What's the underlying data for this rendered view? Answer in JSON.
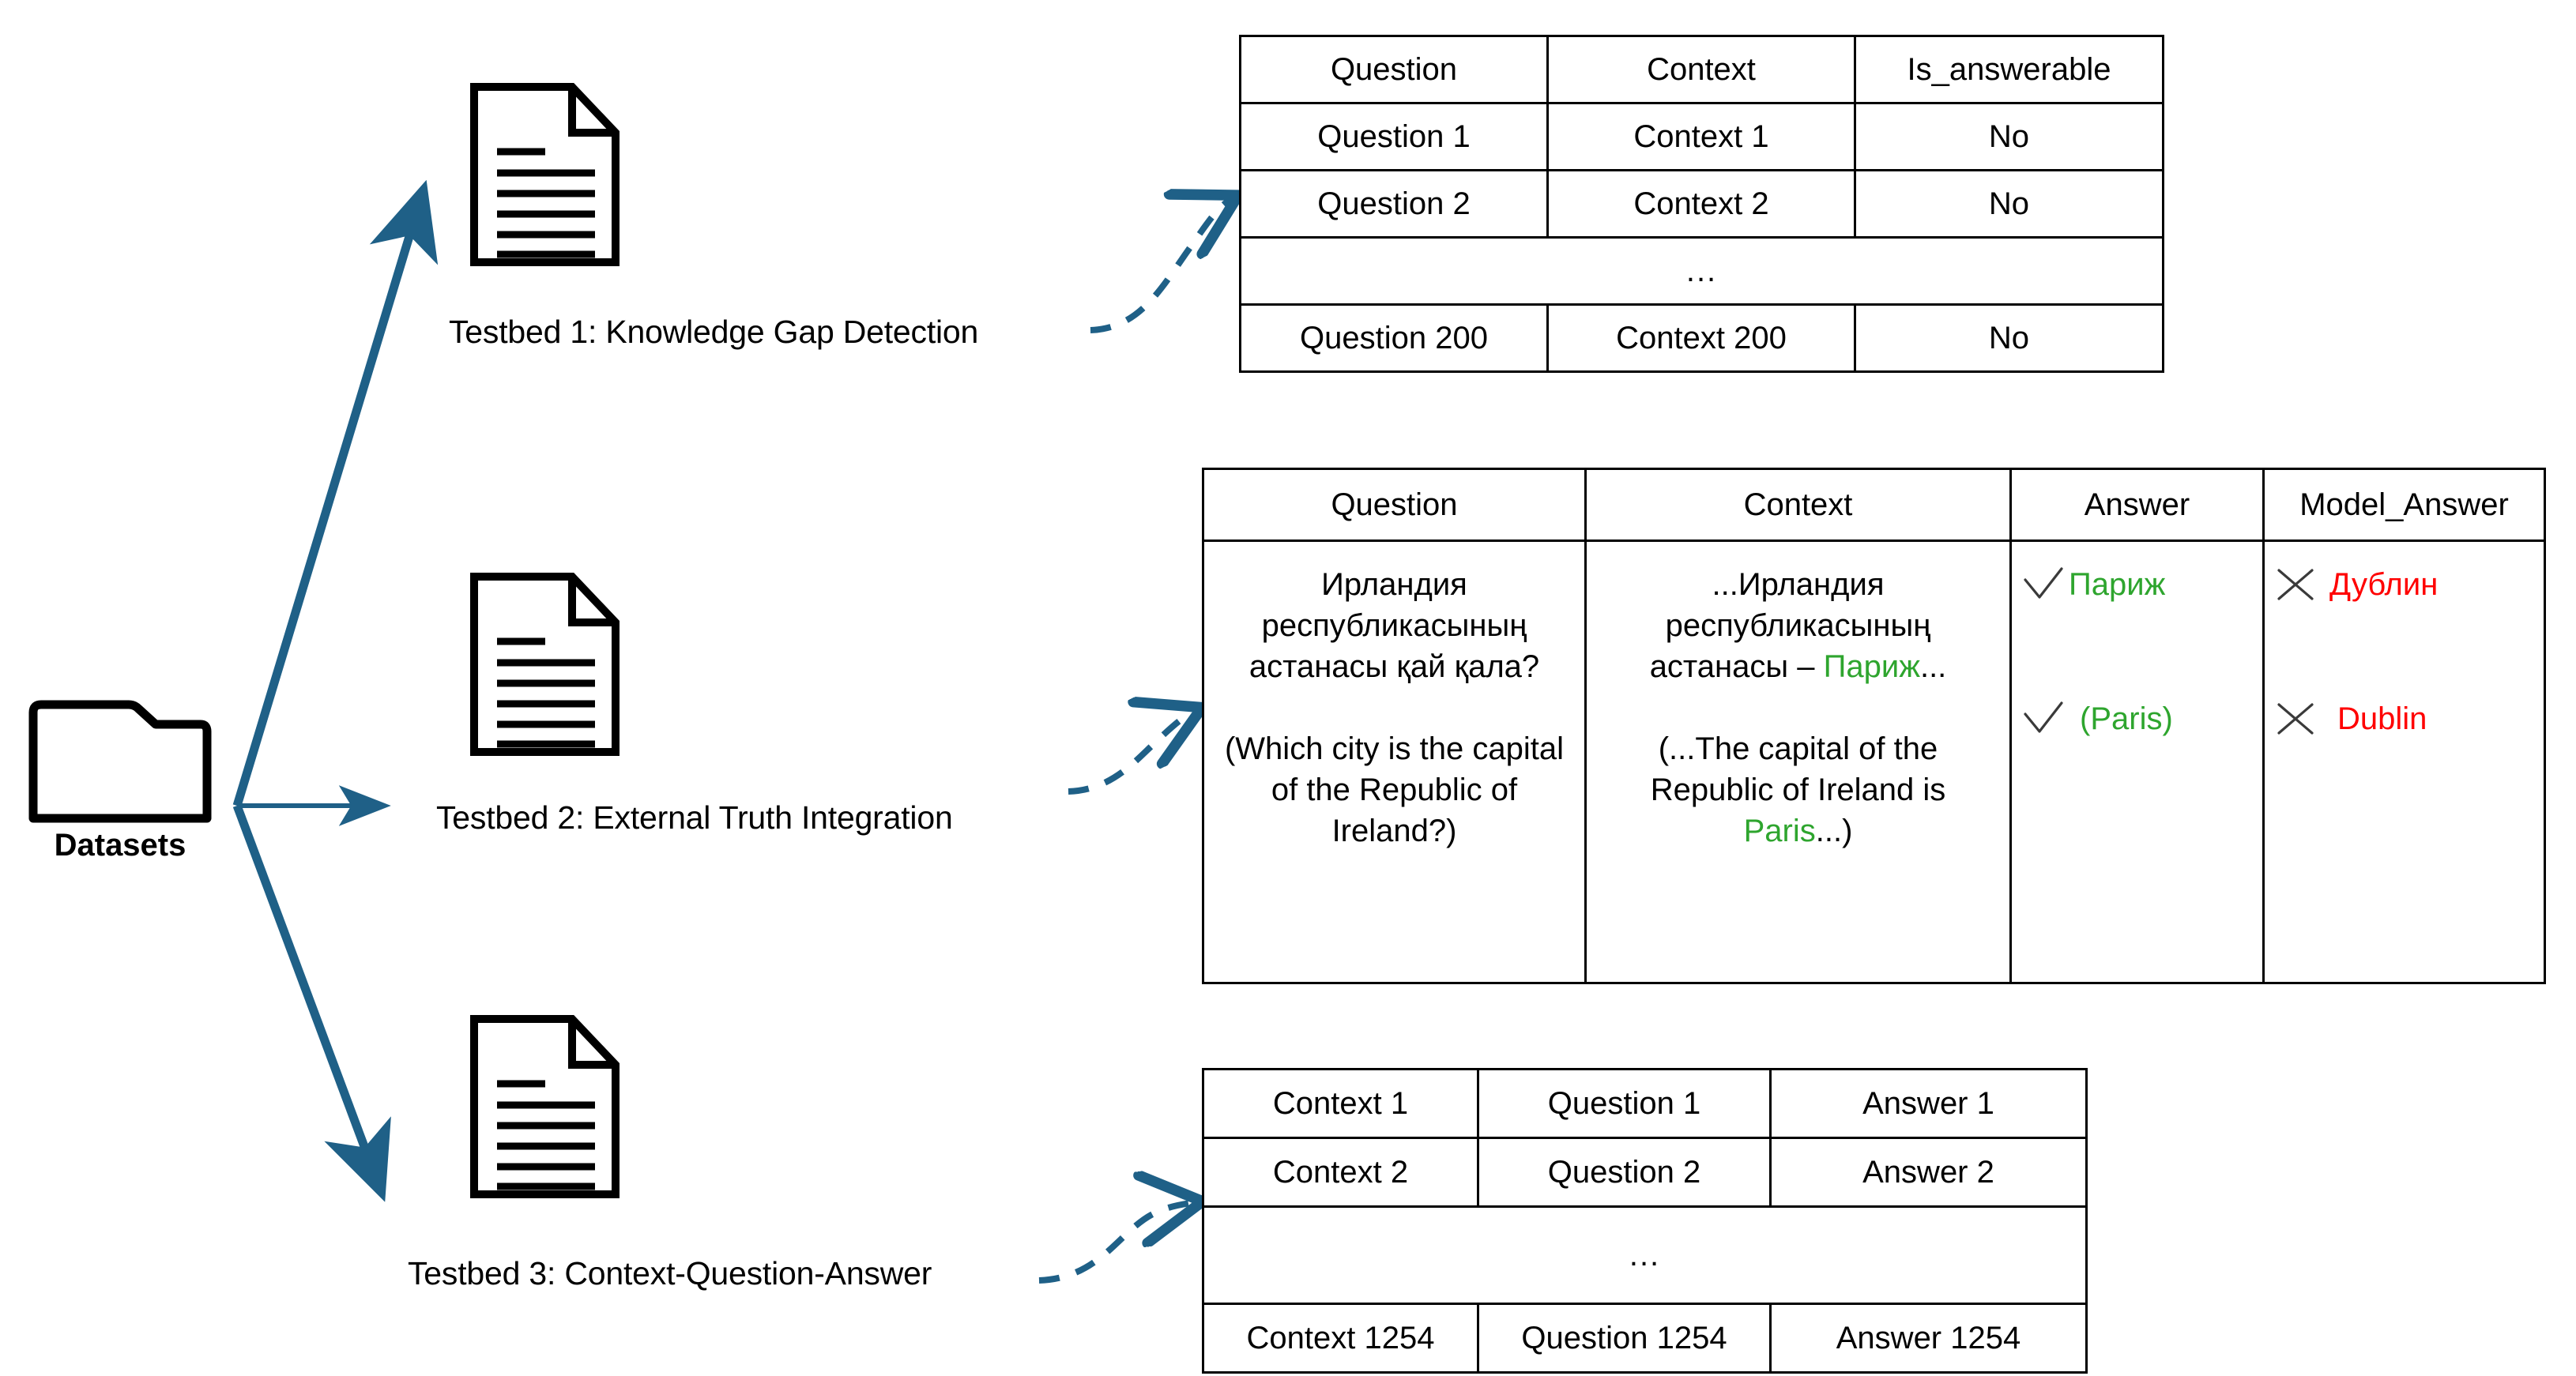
{
  "diagram": {
    "source": {
      "icon": "folder-icon",
      "label": "Datasets"
    },
    "branches": [
      {
        "icon": "document-icon",
        "label": "Testbed 1: Knowledge Gap Detection"
      },
      {
        "icon": "document-icon",
        "label": "Testbed 2: External Truth Integration"
      },
      {
        "icon": "document-icon",
        "label": "Testbed 3: Context-Question-Answer"
      }
    ],
    "colors": {
      "arrow": "#1F6087",
      "connector": "#1F6087",
      "correct": "#2EA52E",
      "incorrect": "#FF0000",
      "border": "#000000"
    },
    "ellipsis": "..."
  },
  "table1": {
    "headers": [
      "Question",
      "Context",
      "Is_answerable"
    ],
    "rows": [
      [
        "Question 1",
        "Context 1",
        "No"
      ],
      [
        "Question 2",
        "Context 2",
        "No"
      ]
    ],
    "ellipsis_row": "...",
    "last_row": [
      "Question 200",
      "Context 200",
      "No"
    ]
  },
  "table2": {
    "headers": [
      "Question",
      "Context",
      "Answer",
      "Model_Answer"
    ],
    "question": {
      "native": "Ирландия республикасының астанасы қай қала?",
      "translation": "(Which city is the capital of the Republic of Ireland?)"
    },
    "context": {
      "native_prefix": "...Ирландия республикасының астанасы – ",
      "native_highlight": "Париж",
      "native_suffix": "...",
      "translation_prefix": "(...The capital of the Republic of Ireland is ",
      "translation_highlight": "Paris",
      "translation_suffix": "...)"
    },
    "answer": {
      "native": "Париж",
      "translation": "(Paris)",
      "mark": "check-icon"
    },
    "model_answer": {
      "native": "Дублин",
      "translation": "Dublin",
      "mark": "cross-icon"
    }
  },
  "table3": {
    "rows": [
      [
        "Context 1",
        "Question 1",
        "Answer 1"
      ],
      [
        "Context 2",
        "Question 2",
        "Answer 2"
      ]
    ],
    "ellipsis_row": "...",
    "last_row": [
      "Context 1254",
      "Question 1254",
      "Answer 1254"
    ]
  }
}
